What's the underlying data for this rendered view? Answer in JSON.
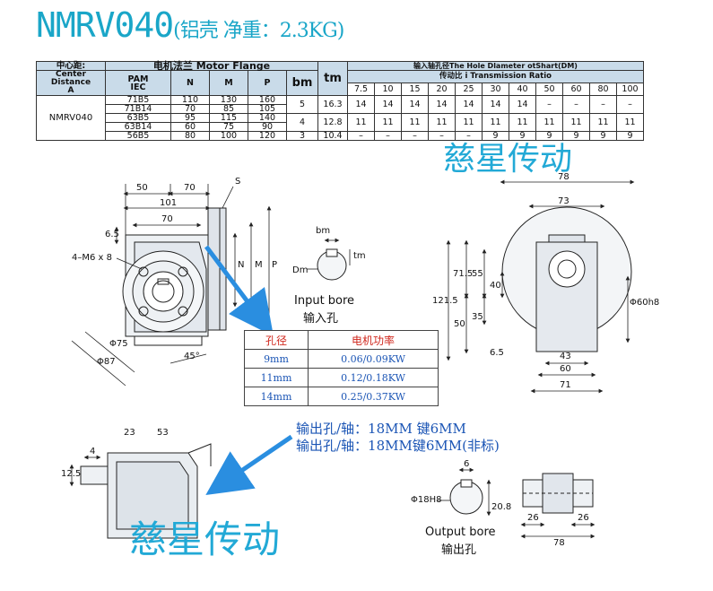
{
  "title": {
    "model": "NMRV040",
    "subtitle": "(铝壳 净重：2.3KG)"
  },
  "spec_table": {
    "h_center": "中心距:",
    "h_center_en": "Center Distance",
    "h_center_a": "A",
    "h_flange": "电机法兰 Motor Flange",
    "h_pam": "PAM",
    "h_iec": "IEC",
    "h_n": "N",
    "h_m": "M",
    "h_p": "P",
    "h_bm": "bm",
    "h_tm": "tm",
    "h_bore": "输入轴孔径The Hole Dlameter otShart(DM)",
    "h_ratio": "传动比 i Transmission Ratio",
    "ratios": [
      "7.5",
      "10",
      "15",
      "20",
      "25",
      "30",
      "40",
      "50",
      "60",
      "80",
      "100"
    ],
    "model": "NMRV040",
    "rows": [
      {
        "pam": "71B5",
        "n": "110",
        "m": "130",
        "p": "160"
      },
      {
        "pam": "71B14",
        "n": "70",
        "m": "85",
        "p": "105"
      },
      {
        "pam": "63B5",
        "n": "95",
        "m": "115",
        "p": "140"
      },
      {
        "pam": "63B14",
        "n": "60",
        "m": "75",
        "p": "90"
      },
      {
        "pam": "56B5",
        "n": "80",
        "m": "100",
        "p": "120"
      }
    ],
    "bmtm": [
      {
        "bm": "5",
        "tm": "16.3"
      },
      {
        "bm": "4",
        "tm": "12.8"
      },
      {
        "bm": "3",
        "tm": "10.4"
      }
    ],
    "bore": [
      [
        "14",
        "14",
        "14",
        "14",
        "14",
        "14",
        "14",
        "–",
        "–",
        "–",
        "–"
      ],
      [
        "11",
        "11",
        "11",
        "11",
        "11",
        "11",
        "11",
        "11",
        "11",
        "11",
        "11"
      ],
      [
        "–",
        "–",
        "–",
        "–",
        "–",
        "9",
        "9",
        "9",
        "9",
        "9",
        "9"
      ]
    ]
  },
  "watermark": "慈星传动",
  "power_table": {
    "h_bore": "孔径",
    "h_power": "电机功率",
    "rows": [
      {
        "bore": "9mm",
        "power": "0.06/0.09KW"
      },
      {
        "bore": "11mm",
        "power": "0.12/0.18KW"
      },
      {
        "bore": "14mm",
        "power": "0.25/0.37KW"
      }
    ]
  },
  "notes": {
    "line1": "输出孔/轴：18MM 键6MM",
    "line2": "输出孔/轴：18MM键6MM(非标)"
  },
  "labels": {
    "input_bore_en": "Input bore",
    "input_bore_cn": "输入孔",
    "output_bore_en": "Output bore",
    "output_bore_cn": "输出孔",
    "bm": "bm",
    "tm": "tm",
    "dm": "Dm",
    "s": "S",
    "n": "N",
    "m": "M",
    "p": "P",
    "bolts": "4–M6 x 8",
    "d50": "50",
    "d70a": "70",
    "d101": "101",
    "d70b": "70",
    "d65": "6.5",
    "d75": "Φ75",
    "d87": "Φ87",
    "d45": "45°",
    "r78": "78",
    "r73": "73",
    "r1215": "121.5",
    "r715": "71.5",
    "r55": "55",
    "r40": "40",
    "r50": "50",
    "r35": "35",
    "r65": "6.5",
    "r43": "43",
    "r60": "60",
    "r71": "71",
    "r60h8": "Φ60h8",
    "b23": "23",
    "b53": "53",
    "b4": "4",
    "b125": "12.5",
    "o6": "6",
    "o18h8": "Φ18H8",
    "o208": "20.8",
    "s26a": "26",
    "s26b": "26",
    "s78": "78"
  },
  "colors": {
    "accent": "#1aa6c8",
    "blue_text": "#1b55b5",
    "red_text": "#d0281e",
    "table_header": "#c9dbe9",
    "arrow": "#2a8ee0"
  }
}
